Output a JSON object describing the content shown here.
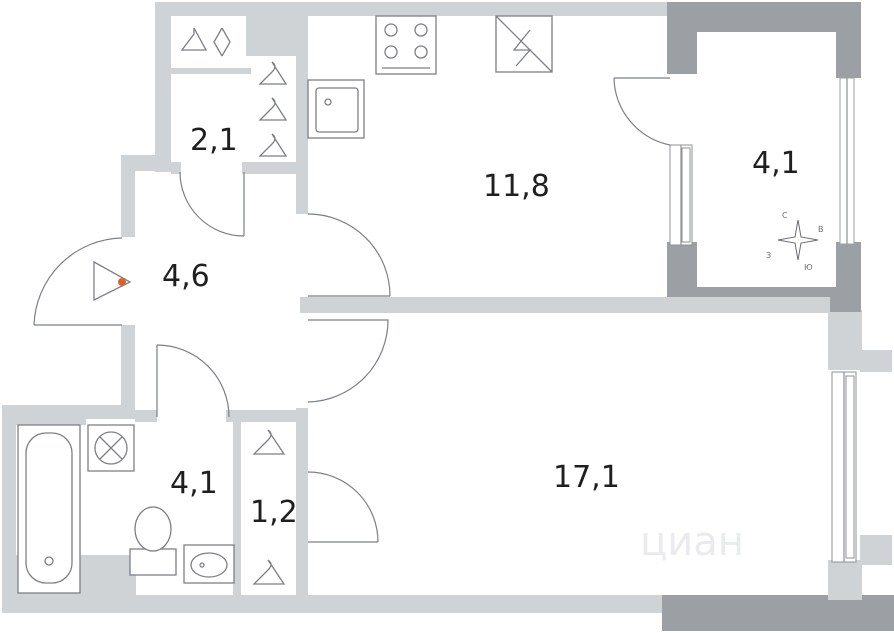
{
  "rooms": [
    {
      "id": "wardrobe-top",
      "area": "2,1"
    },
    {
      "id": "kitchen",
      "area": "11,8"
    },
    {
      "id": "balcony",
      "area": "4,1"
    },
    {
      "id": "hall",
      "area": "4,6"
    },
    {
      "id": "bathroom",
      "area": "4,1"
    },
    {
      "id": "wardrobe-bottom",
      "area": "1,2"
    },
    {
      "id": "living-room",
      "area": "17,1"
    }
  ],
  "compass": {
    "north": "С",
    "east": "В",
    "south": "Ю",
    "west": "З"
  },
  "watermark": "циан",
  "colors": {
    "wall": "#d0d3d6",
    "wall_dark": "#9c9fa3",
    "line": "#8d9196",
    "entry_marker": "#e0602a"
  },
  "icons": [
    "hanger-icon",
    "stove-icon",
    "sink-icon",
    "electric-panel-icon",
    "bathtub-icon",
    "toilet-icon",
    "washbasin-icon",
    "ventilation-icon",
    "entrance-arrow-icon",
    "compass-icon"
  ]
}
